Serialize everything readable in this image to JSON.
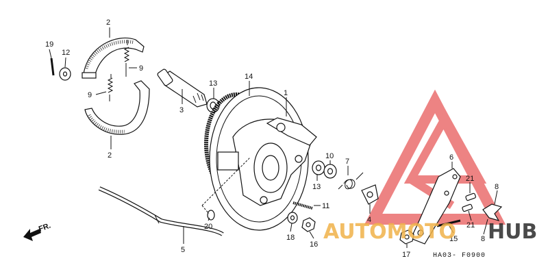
{
  "diagram": {
    "code": "HA03- F0900",
    "direction_label": "FR.",
    "callouts": [
      {
        "id": "c2a",
        "text": "2"
      },
      {
        "id": "c19",
        "text": "19"
      },
      {
        "id": "c12",
        "text": "12"
      },
      {
        "id": "c9a",
        "text": "9"
      },
      {
        "id": "c9b",
        "text": "9"
      },
      {
        "id": "c2b",
        "text": "2"
      },
      {
        "id": "c3",
        "text": "3"
      },
      {
        "id": "c13a",
        "text": "13"
      },
      {
        "id": "c14",
        "text": "14"
      },
      {
        "id": "c1",
        "text": "1"
      },
      {
        "id": "c10",
        "text": "10"
      },
      {
        "id": "c7",
        "text": "7"
      },
      {
        "id": "c13b",
        "text": "13"
      },
      {
        "id": "c6",
        "text": "6"
      },
      {
        "id": "c21a",
        "text": "21"
      },
      {
        "id": "c8a",
        "text": "8"
      },
      {
        "id": "c11",
        "text": "11"
      },
      {
        "id": "c4",
        "text": "4"
      },
      {
        "id": "c20",
        "text": "20"
      },
      {
        "id": "c5",
        "text": "5"
      },
      {
        "id": "c18",
        "text": "18"
      },
      {
        "id": "c16",
        "text": "16"
      },
      {
        "id": "c21b",
        "text": "21"
      },
      {
        "id": "c15",
        "text": "15"
      },
      {
        "id": "c8b",
        "text": "8"
      },
      {
        "id": "c17",
        "text": "17"
      }
    ]
  },
  "watermark": {
    "text_a": "AUTOMOTO",
    "text_b": "HUB",
    "color_red": "#e85a5a",
    "color_orange": "#f0b24a",
    "color_dark": "#2b2b2b"
  }
}
